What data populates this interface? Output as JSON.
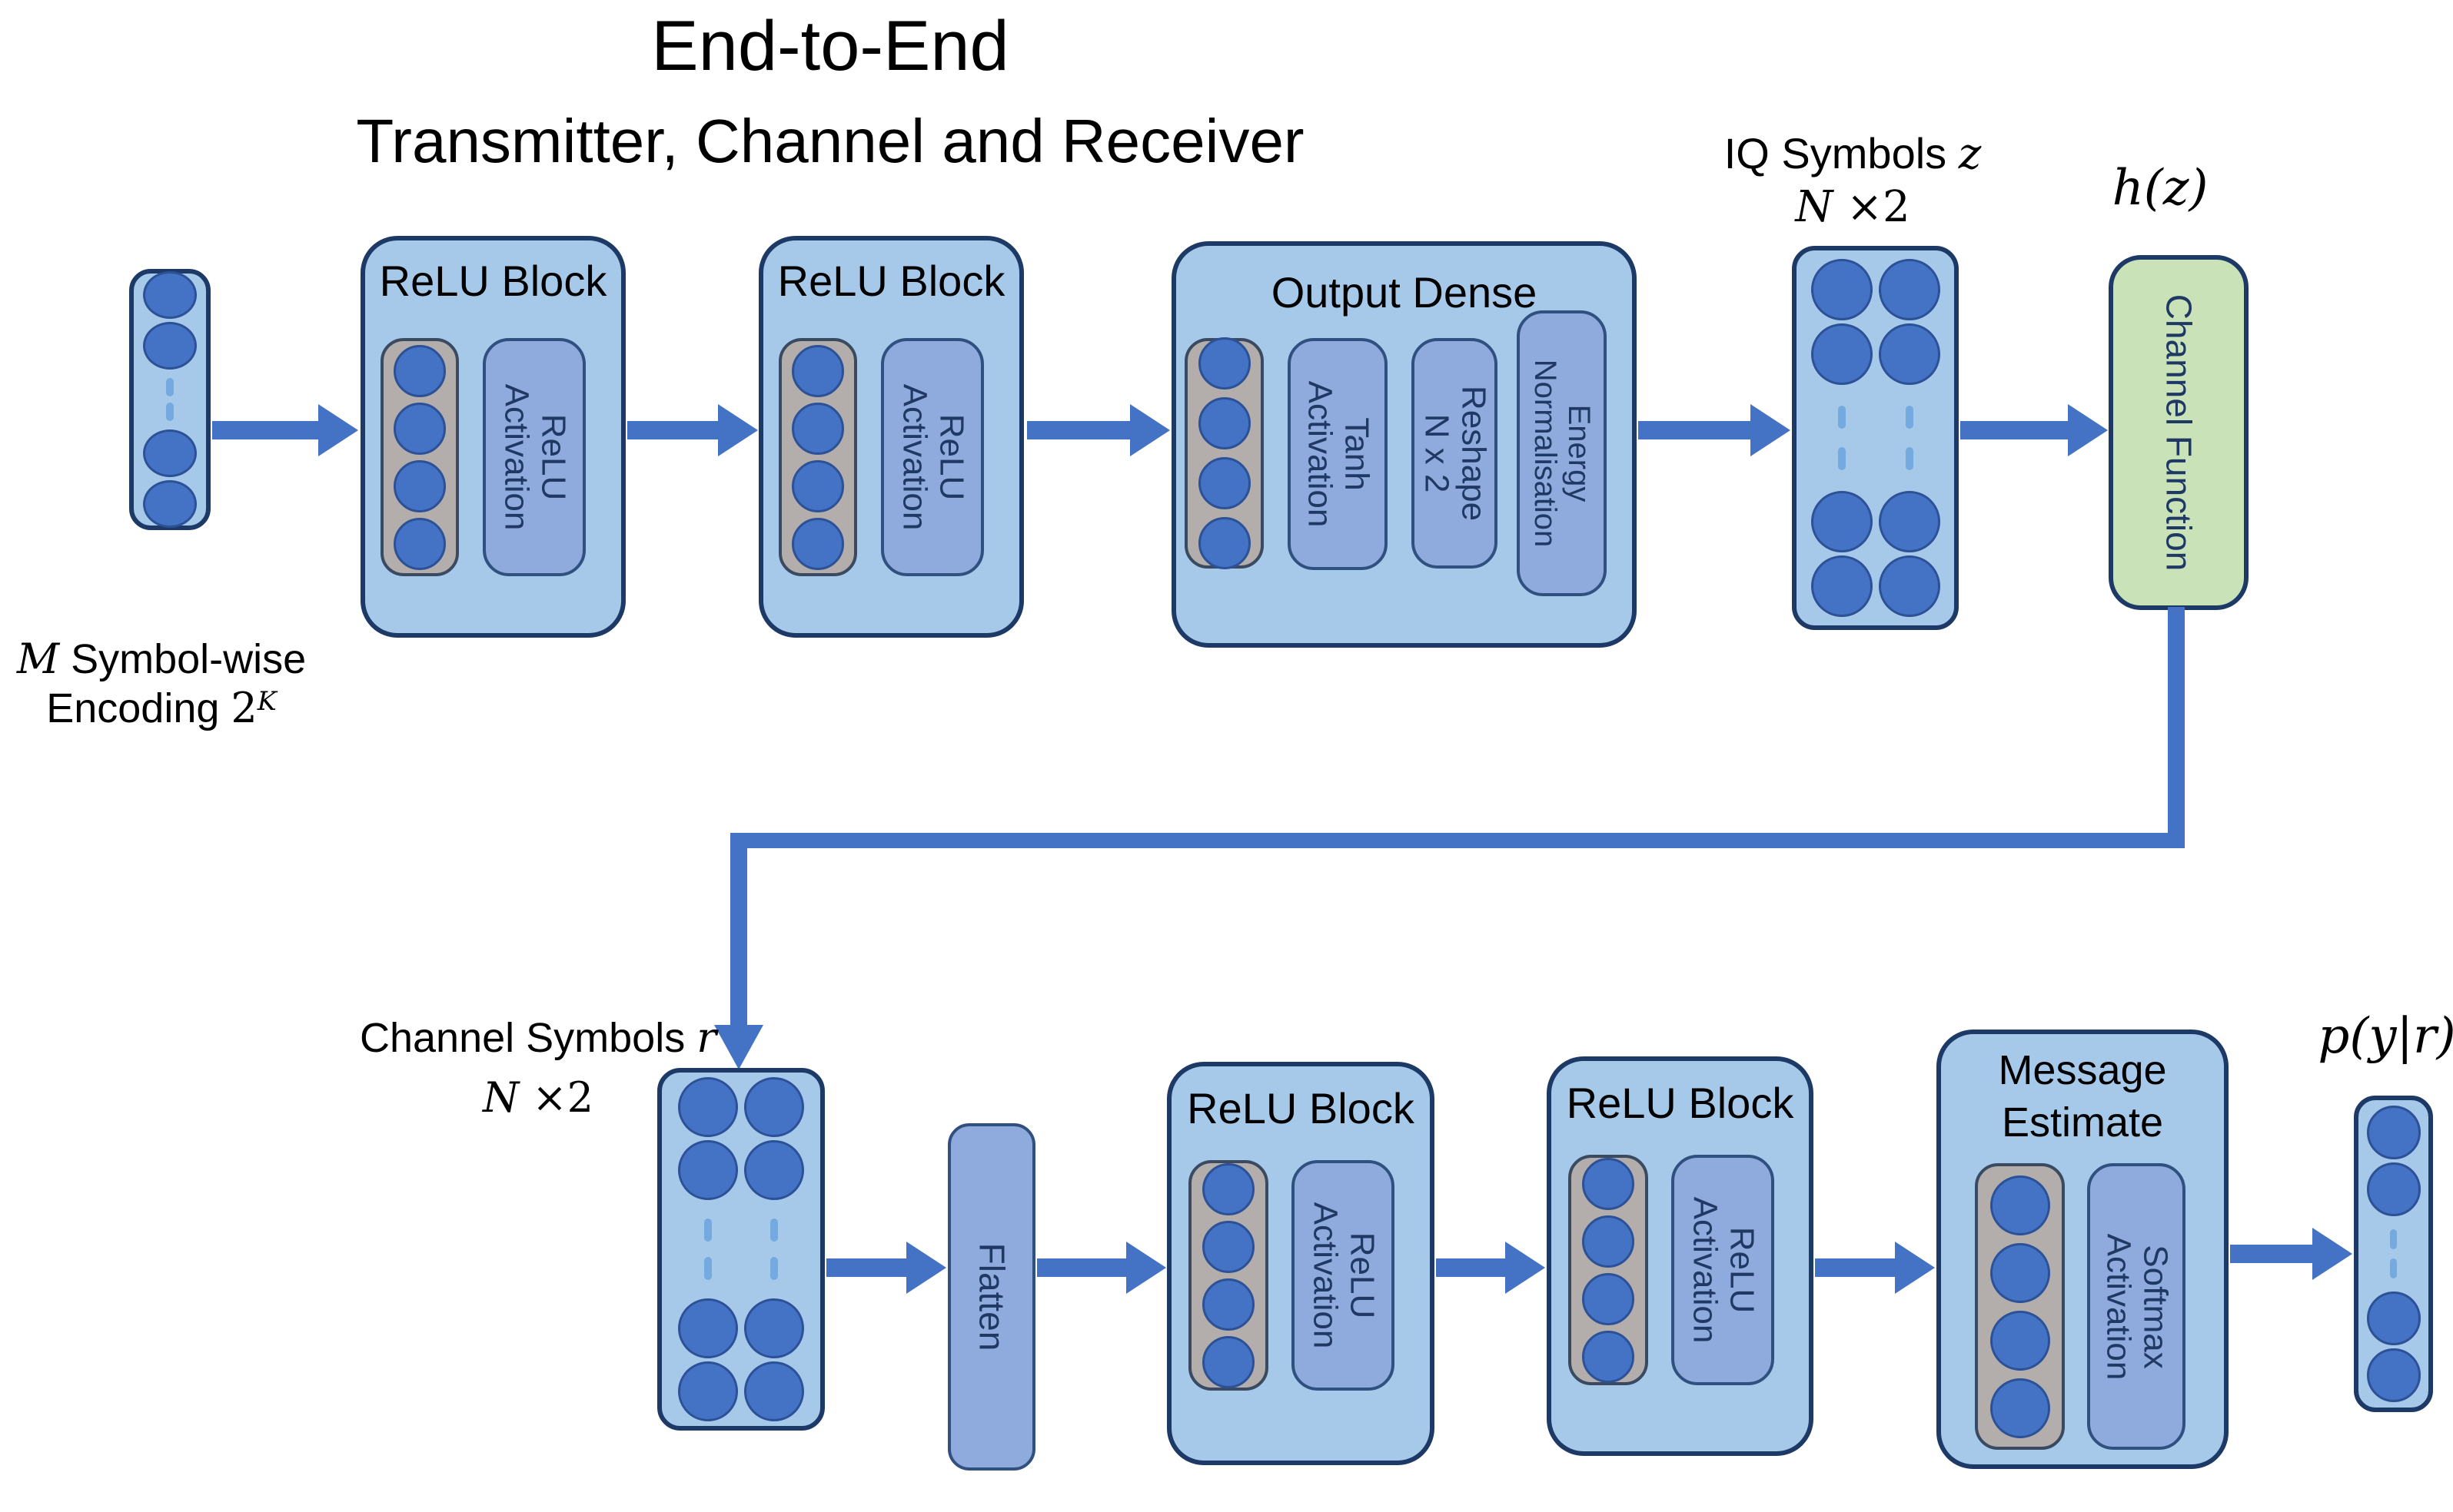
{
  "title": {
    "line1": "End-to-End",
    "line2": "Transmitter, Channel and Receiver"
  },
  "labels": {
    "encoding": {
      "var": "M",
      "rest": " Symbol-wise",
      "line2_text": "Encoding ",
      "line2_base": "2",
      "line2_sup": "K"
    },
    "iq": {
      "text": "IQ Symbols ",
      "var": "z",
      "dim_var": "N",
      "dim_rest": " ×2"
    },
    "h": "h(z)",
    "channel_symbols": {
      "text": "Channel Symbols ",
      "var": "r",
      "dim_var": "N",
      "dim_rest": " ×2"
    },
    "p": "p(y|r)"
  },
  "blocks": {
    "relu1": {
      "title": "ReLU Block",
      "activation": "ReLU\nActivation"
    },
    "relu2": {
      "title": "ReLU Block",
      "activation": "ReLU\nActivation"
    },
    "output_dense": {
      "title": "Output Dense",
      "tanh": "Tanh\nActivation",
      "reshape": "Reshape\nN x 2",
      "energy": "Energy\nNormalisation"
    },
    "channel_function": {
      "label": "Channel Function"
    },
    "flatten": {
      "label": "Flatten"
    },
    "relu3": {
      "title": "ReLU Block",
      "activation": "ReLU\nActivation"
    },
    "relu4": {
      "title": "ReLU Block",
      "activation": "ReLU\nActivation"
    },
    "message": {
      "title": "Message\nEstimate",
      "softmax": "Softmax\nActivation"
    }
  },
  "colors": {
    "arrow": "#4472c4",
    "block_fill": "#a6c9ea",
    "block_border": "#1d3966",
    "circle_fill": "#4472c4",
    "circle_border": "#2c5197",
    "gray_fill": "#b3aeab",
    "gray_border": "#3a4a61",
    "inner_fill": "#8faadc",
    "inner_border": "#30507f",
    "inner_text": "#1f3864",
    "green_fill": "#c9e2b8",
    "green_border": "#1d3966",
    "dash": "#74aadf",
    "title_text": "#000000"
  }
}
